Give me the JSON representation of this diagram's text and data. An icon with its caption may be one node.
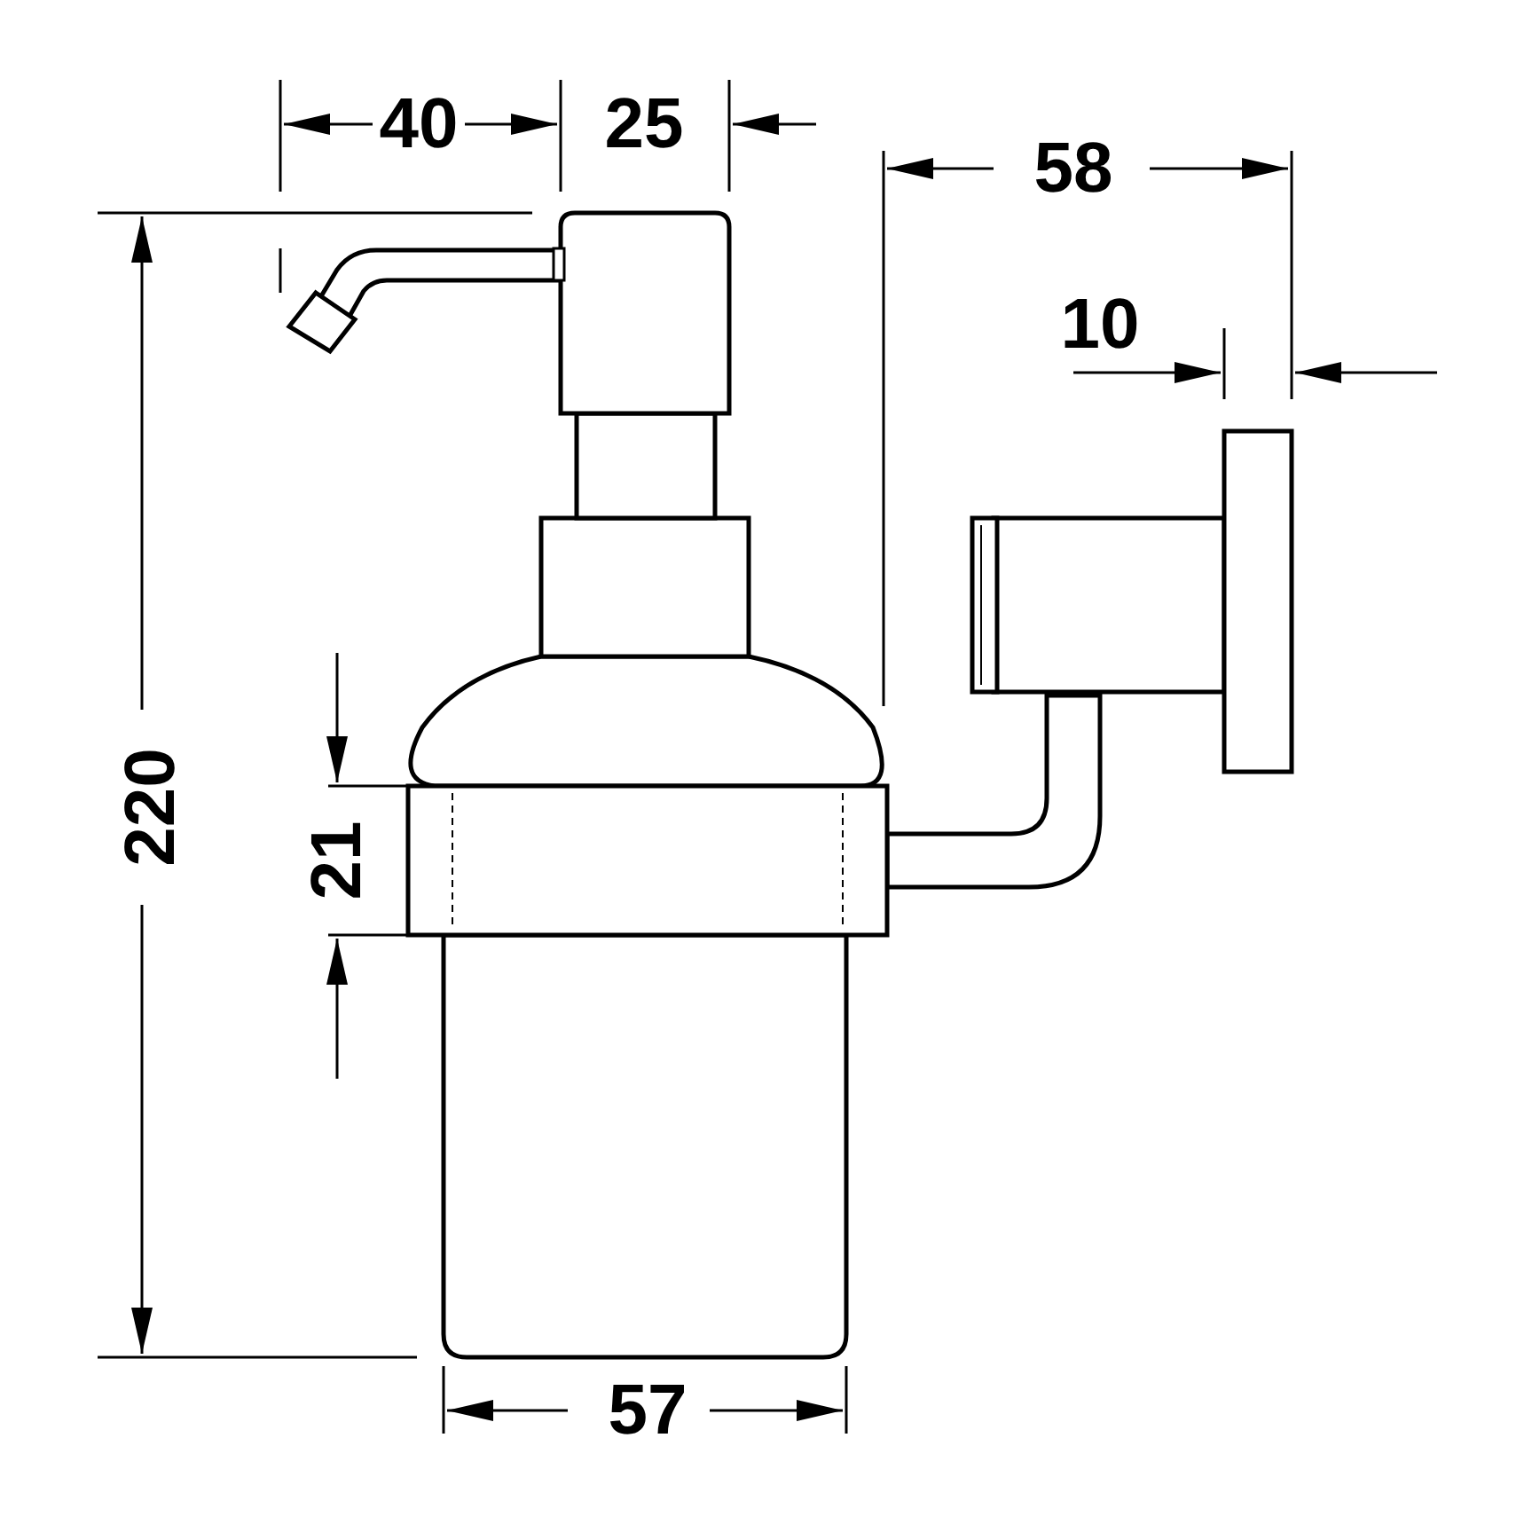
{
  "diagram": {
    "labels": [
      "40",
      "25",
      "58",
      "10",
      "220",
      "21",
      "57"
    ]
  }
}
